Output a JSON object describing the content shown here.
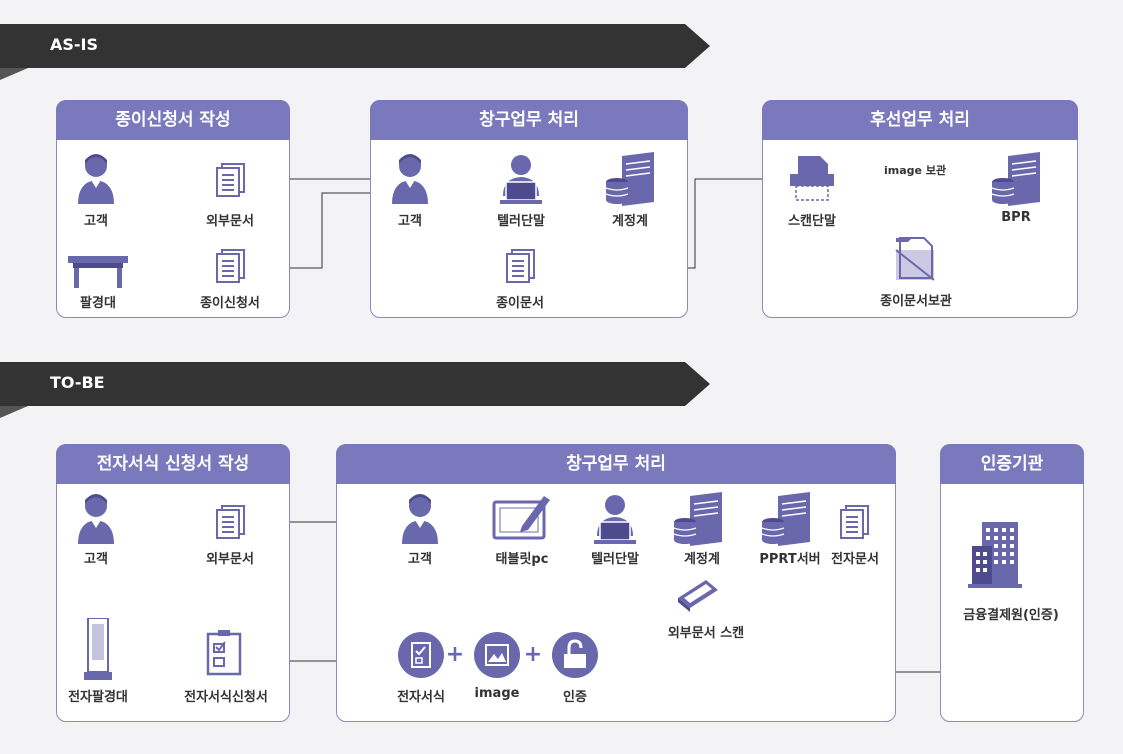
{
  "sections": {
    "asis": "AS-IS",
    "tobe": "TO-BE"
  },
  "asis": {
    "box1": {
      "title": "종이신청서 작성",
      "customer": "고객",
      "external_doc": "외부문서",
      "counter": "팔경대",
      "paper_form": "종이신청서"
    },
    "box2": {
      "title": "창구업무 처리",
      "customer": "고객",
      "teller": "텔러단말",
      "account": "계정계",
      "paper_doc": "종이문서"
    },
    "box3": {
      "title": "후선업무 처리",
      "scan": "스캔단말",
      "image_store": "image 보관",
      "bpr": "BPR",
      "paper_store": "종이문서보관"
    }
  },
  "tobe": {
    "box1": {
      "title": "전자서식 신청서 작성",
      "customer": "고객",
      "external_doc": "외부문서",
      "e_counter": "전자팔경대",
      "e_form": "전자서식신청서"
    },
    "box2": {
      "title": "창구업무 처리",
      "customer": "고객",
      "tablet": "태블릿pc",
      "teller": "텔러단말",
      "account": "계정계",
      "pprt": "PPRT서버",
      "e_doc": "전자문서",
      "scan": "외부문서 스캔",
      "e_form": "전자서식",
      "image": "image",
      "auth": "인증",
      "plus": "+"
    },
    "box3": {
      "title": "인증기관",
      "institution": "금융결제원(인증)"
    }
  },
  "colors": {
    "accent": "#7b79bd",
    "icon": "#6a68ad",
    "banner": "#333333",
    "red_line": "#e05a3c"
  }
}
